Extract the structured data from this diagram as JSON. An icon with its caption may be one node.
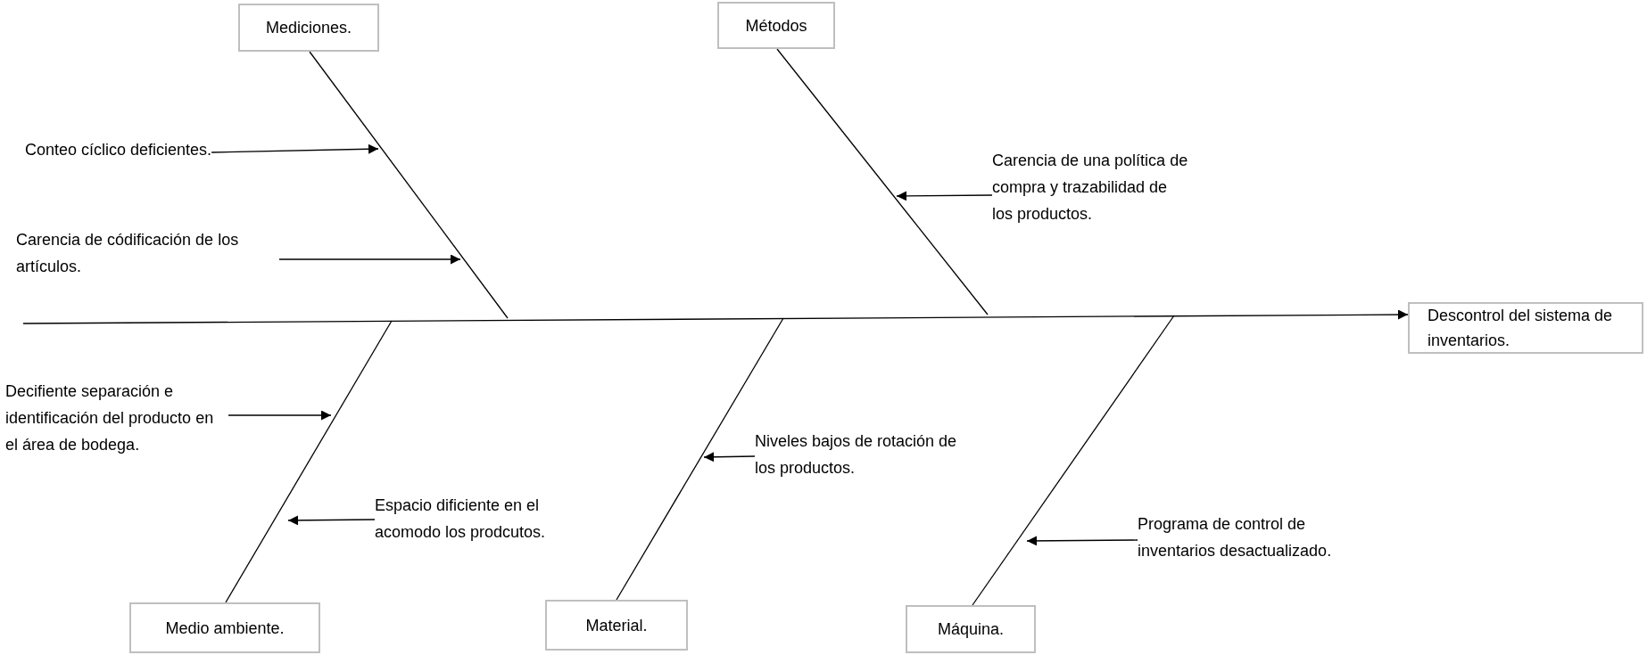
{
  "diagram": {
    "nodes": [
      {
        "text": [
          "Mediciones."
        ]
      },
      {
        "text": [
          "Métodos"
        ]
      },
      {
        "text": [
          "Descontrol del sistema de inventarios."
        ]
      },
      {
        "text": [
          "Medio ambiente."
        ]
      },
      {
        "text": [
          "Material."
        ]
      },
      {
        "text": [
          "Máquina."
        ]
      },
      {
        "text": [
          "Conteo cíclico deficientes."
        ]
      },
      {
        "text": [
          "Carencia de códificación de los artículos."
        ]
      },
      {
        "text": [
          "Carencia de una política de compra y trazabilidad de los productos."
        ]
      },
      {
        "text": [
          "Decifiente separación e identificación del producto en el área de bodega."
        ]
      },
      {
        "text": [
          "Espacio dificiente en el acomodo los prodcutos."
        ]
      },
      {
        "text": [
          "Niveles bajos de rotación de los productos."
        ]
      },
      {
        "text": [
          "Programa de control de inventarios desactualizado."
        ]
      }
    ],
    "edges": [
      {
        "from": null,
        "to": 2,
        "arrow": "to"
      },
      {
        "from": 0,
        "to": null,
        "arrow": "none"
      },
      {
        "from": 1,
        "to": null,
        "arrow": "none"
      },
      {
        "from": 3,
        "to": null,
        "arrow": "none"
      },
      {
        "from": 4,
        "to": null,
        "arrow": "none"
      },
      {
        "from": 5,
        "to": null,
        "arrow": "none"
      },
      {
        "from": 6,
        "to": null,
        "arrow": "to"
      },
      {
        "from": 7,
        "to": null,
        "arrow": "to"
      },
      {
        "from": 8,
        "to": null,
        "arrow": "to"
      },
      {
        "from": 9,
        "to": null,
        "arrow": "to"
      },
      {
        "from": 10,
        "to": null,
        "arrow": "to"
      },
      {
        "from": 11,
        "to": null,
        "arrow": "to"
      },
      {
        "from": 12,
        "to": null,
        "arrow": "to"
      }
    ]
  }
}
